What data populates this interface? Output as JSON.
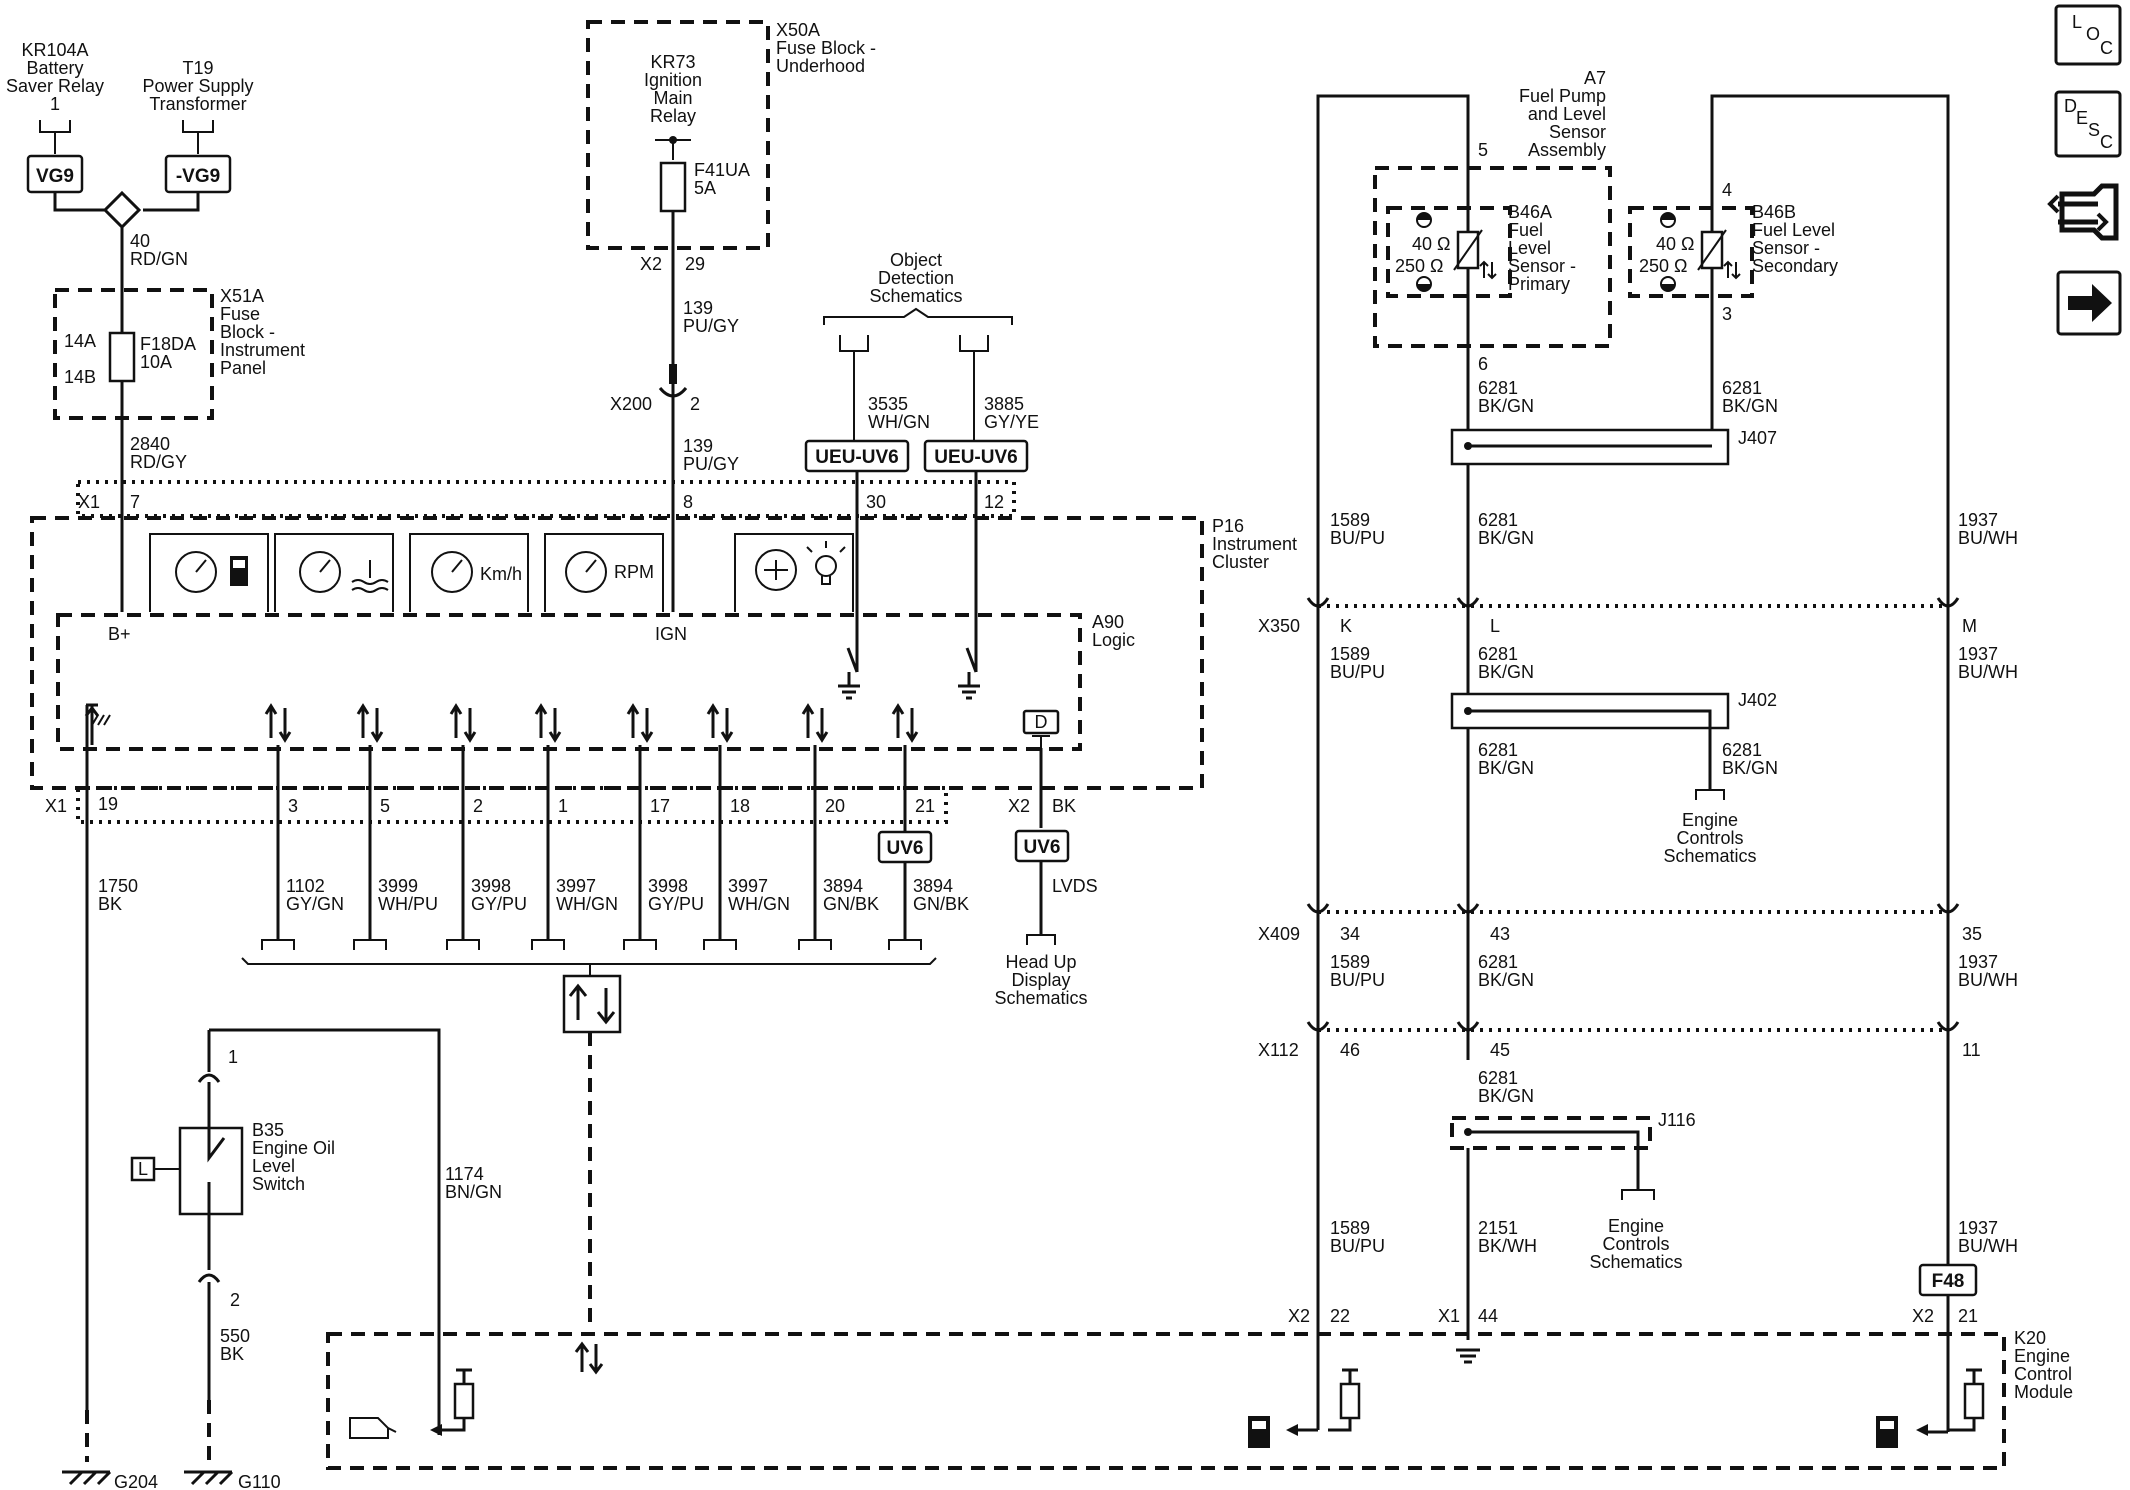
{
  "top_feeds": {
    "kr104a": [
      "KR104A",
      "Battery",
      "Saver Relay",
      "1"
    ],
    "t19": [
      "T19",
      "Power Supply",
      "Transformer"
    ],
    "vg9": "VG9",
    "neg_vg9": "-VG9",
    "wire40": [
      "40",
      "RD/GN"
    ]
  },
  "x51a": {
    "label": [
      "X51A",
      "Fuse",
      "Block -",
      "Instrument",
      "Panel"
    ],
    "fuse": [
      "F18DA",
      "10A"
    ],
    "pins": [
      "14A",
      "14B"
    ],
    "wire": [
      "2840",
      "RD/GY"
    ]
  },
  "x50a": {
    "label": [
      "X50A",
      "Fuse Block -",
      "Underhood"
    ],
    "relay": [
      "KR73",
      "Ignition",
      "Main",
      "Relay"
    ],
    "fuse": [
      "F41UA",
      "5A"
    ],
    "conn": "X2",
    "pin": "29",
    "wire_top": [
      "139",
      "PU/GY"
    ],
    "x200": "X200",
    "x200_pin": "2",
    "wire_bottom": [
      "139",
      "PU/GY"
    ]
  },
  "object_detection": {
    "label": [
      "Object",
      "Detection",
      "Schematics"
    ],
    "wire_left": [
      "3535",
      "WH/GN"
    ],
    "wire_right": [
      "3885",
      "GY/YE"
    ],
    "badge": "UEU-UV6",
    "pin_left": "30",
    "pin_right": "12"
  },
  "p16": {
    "label": [
      "P16",
      "Instrument",
      "Cluster"
    ],
    "x1_top": "X1",
    "pin7": "7",
    "pin8": "8",
    "gauge_kmh": "Km/h",
    "gauge_rpm": "RPM",
    "logic": [
      "A90",
      "Logic"
    ],
    "b_plus": "B+",
    "ign": "IGN",
    "display_icon": "D"
  },
  "bottom_pins": {
    "x1": "X1",
    "x2": "X2",
    "pins": [
      "19",
      "3",
      "5",
      "2",
      "1",
      "17",
      "18",
      "20",
      "21",
      "BK"
    ],
    "uv6": "UV6"
  },
  "data_wires": [
    [
      "1102",
      "GY/GN"
    ],
    [
      "3999",
      "WH/PU"
    ],
    [
      "3998",
      "GY/PU"
    ],
    [
      "3997",
      "WH/GN"
    ],
    [
      "3998",
      "GY/PU"
    ],
    [
      "3997",
      "WH/GN"
    ],
    [
      "3894",
      "GN/BK"
    ],
    [
      "3894",
      "GN/BK"
    ]
  ],
  "ground_wire": [
    "1750",
    "BK"
  ],
  "lvds": "LVDS",
  "hud": [
    "Head Up",
    "Display",
    "Schematics"
  ],
  "b35": {
    "label": [
      "B35",
      "Engine Oil",
      "Level",
      "Switch"
    ],
    "pin1": "1",
    "pin2": "2",
    "loc": "L",
    "wire_down": [
      "550",
      "BK"
    ],
    "wire_side": [
      "1174",
      "BN/GN"
    ]
  },
  "grounds": [
    "G204",
    "G110"
  ],
  "a7": {
    "label": [
      "A7",
      "Fuel Pump",
      "and Level",
      "Sensor",
      "Assembly"
    ],
    "pin5": "5",
    "pin4": "4",
    "pin6": "6",
    "pin3": "3",
    "ohm40": "40 Ω",
    "ohm250": "250 Ω"
  },
  "b46a": [
    "B46A",
    "Fuel",
    "Level",
    "Sensor -",
    "Primary"
  ],
  "b46b": [
    "B46B",
    "Fuel Level",
    "Sensor -",
    "Secondary"
  ],
  "wire6281": [
    "6281",
    "BK/GN"
  ],
  "j407": "J407",
  "j402": "J402",
  "j116": "J116",
  "wire1589": [
    "1589",
    "BU/PU"
  ],
  "wire1937": [
    "1937",
    "BU/WH"
  ],
  "wire2151": [
    "2151",
    "BK/WH"
  ],
  "x350": {
    "name": "X350",
    "pins": [
      "K",
      "L",
      "M"
    ]
  },
  "x409": {
    "name": "X409",
    "pins": [
      "34",
      "43",
      "35"
    ]
  },
  "x112": {
    "name": "X112",
    "pins": [
      "46",
      "45",
      "11"
    ]
  },
  "engine_controls": [
    "Engine",
    "Controls",
    "Schematics"
  ],
  "k20": {
    "label": [
      "K20",
      "Engine",
      "Control",
      "Module"
    ],
    "x2a": "X2",
    "pin22": "22",
    "x1": "X1",
    "pin44": "44",
    "x2b": "X2",
    "pin21": "21",
    "f48": "F48"
  },
  "side_buttons": {
    "loc": [
      "L",
      "O",
      "C"
    ],
    "desc": [
      "D",
      "E",
      "S",
      "C"
    ]
  }
}
